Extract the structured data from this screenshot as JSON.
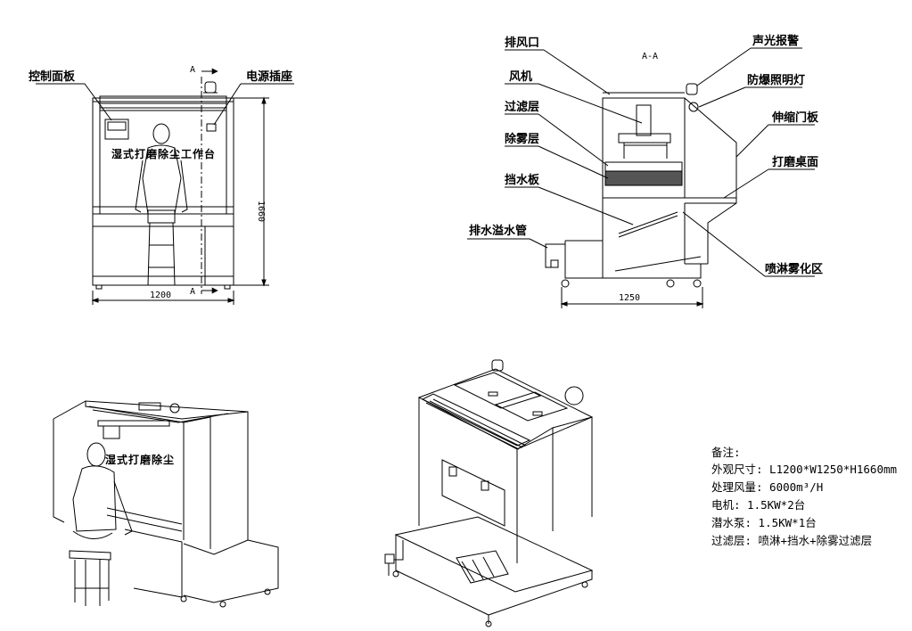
{
  "front_view": {
    "label_control_panel": "控制面板",
    "label_power_socket": "电源插座",
    "section_mark_top": "A",
    "section_mark_bottom": "A",
    "panel_text": "湿式打磨除尘工作台",
    "dim_width": "1200",
    "dim_height": "1660"
  },
  "section_view": {
    "title": "A-A",
    "labels": {
      "exhaust_outlet": "排风口",
      "fan": "风机",
      "filter_layer": "过滤层",
      "mist_layer": "除雾层",
      "water_baffle": "挡水板",
      "drain_pipe": "排水溢水管",
      "alarm": "声光报警",
      "explosion_light": "防爆照明灯",
      "retractable_door": "伸缩门板",
      "grinding_table": "打磨桌面",
      "spray_zone": "喷淋雾化区"
    },
    "dim_depth": "1250"
  },
  "iso_front": {
    "panel_text": "湿式打磨除尘"
  },
  "notes": {
    "title": "备注:",
    "lines": [
      "外观尺寸: L1200*W1250*H1660mm",
      "处理风量: 6000m³/H",
      "电机: 1.5KW*2台",
      "潜水泵: 1.5KW*1台",
      "过滤层: 喷淋+挡水+除雾过滤层"
    ]
  }
}
